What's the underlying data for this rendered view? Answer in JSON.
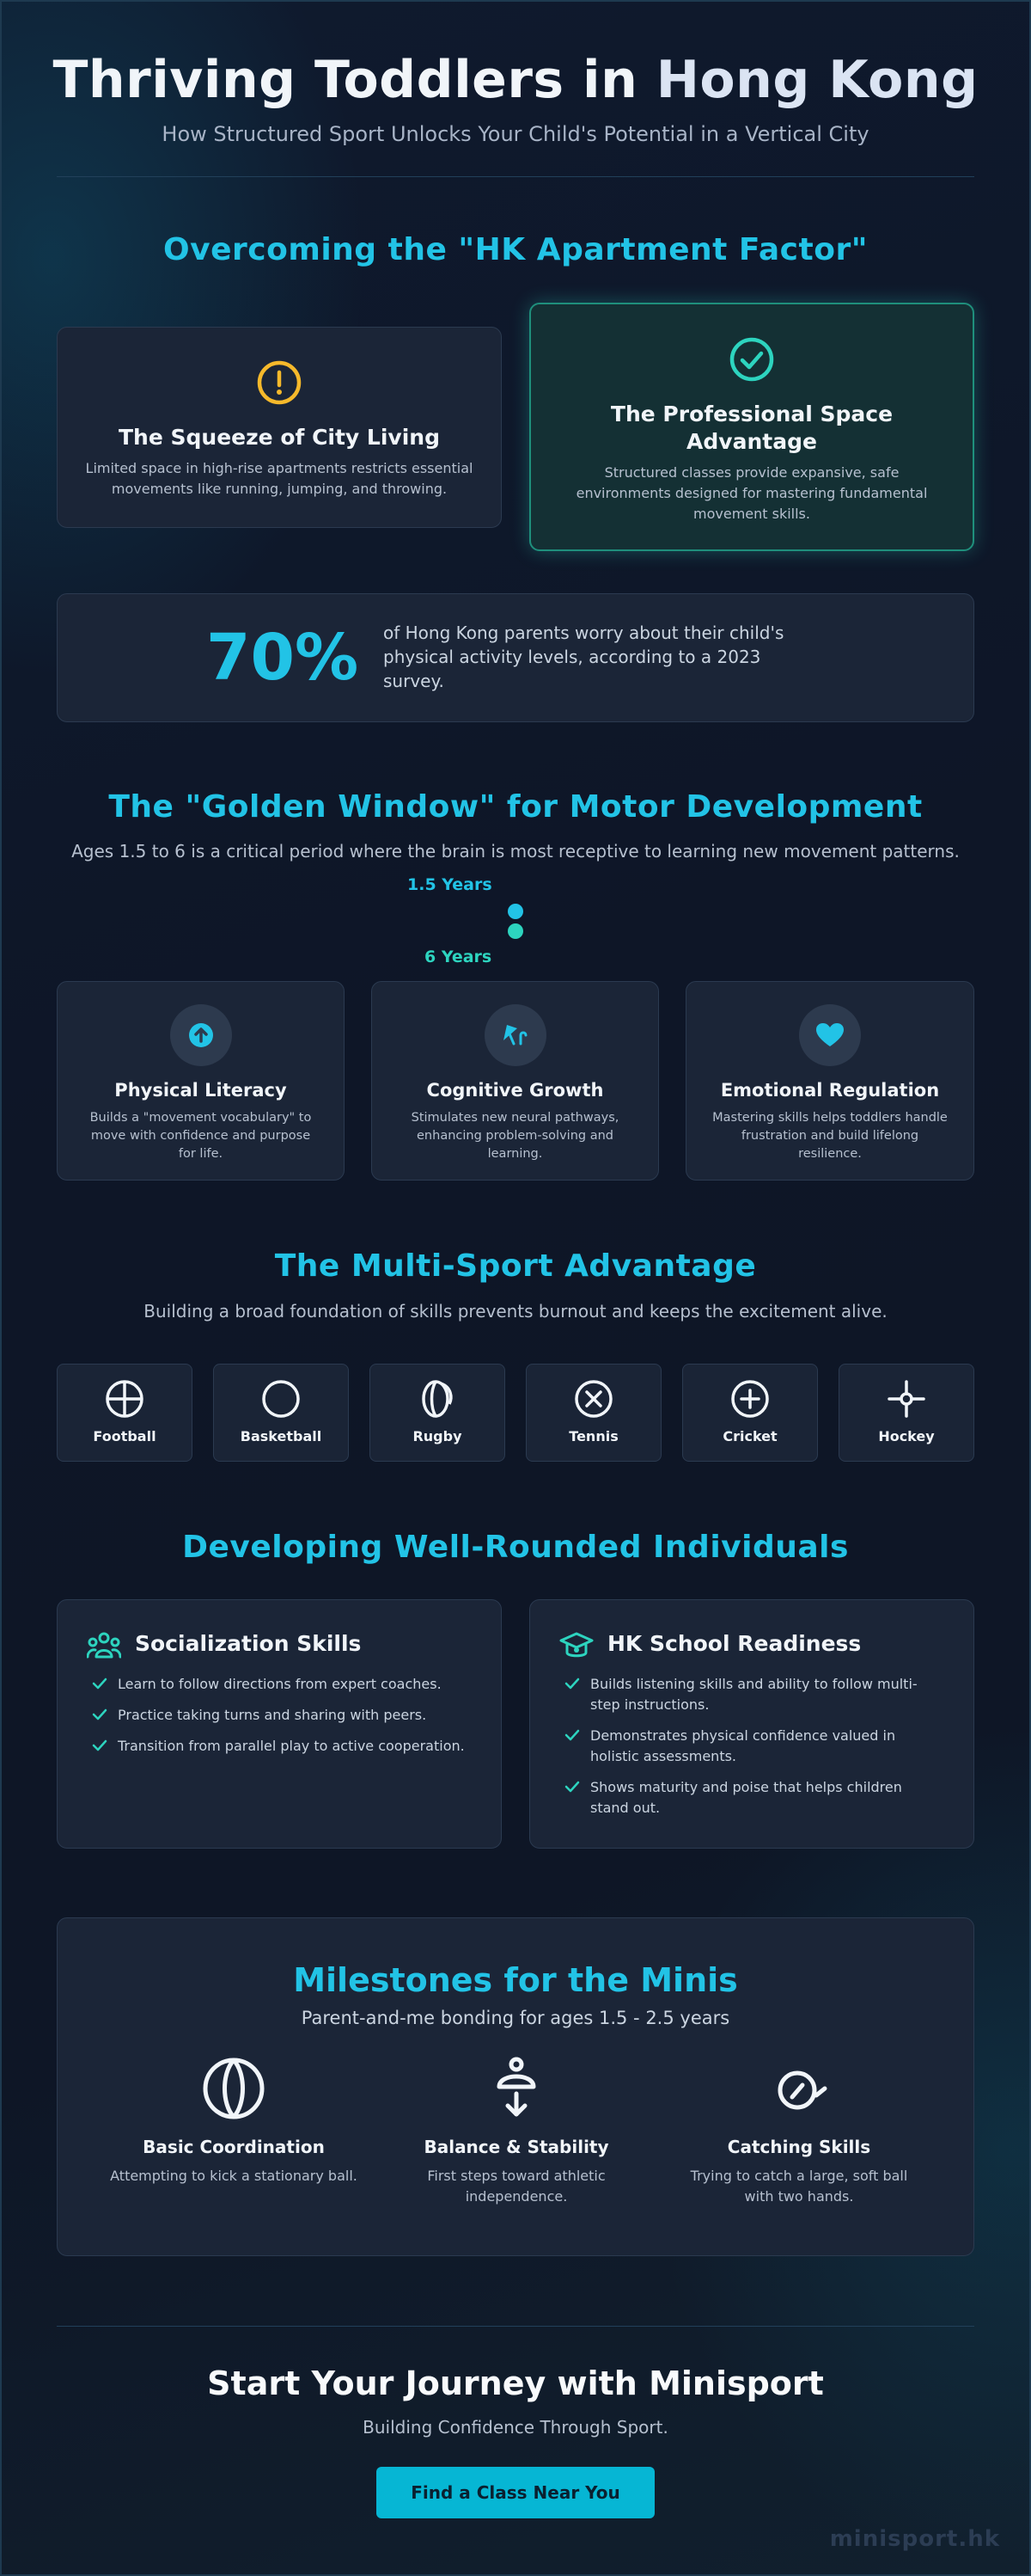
{
  "header": {
    "title_part1": "Thriving Toddlers in ",
    "title_part2": "Hong Kong",
    "subtitle": "How Structured Sport Unlocks Your Child's Potential in a Vertical City"
  },
  "apartment": {
    "title": "Overcoming the \"HK Apartment Factor\"",
    "cards": [
      {
        "icon": "warning-icon",
        "title": "The Squeeze of City Living",
        "text": "Limited space in high-rise apartments restricts essential movements like running, jumping, and throwing."
      },
      {
        "icon": "check-circle-icon",
        "title": "The Professional Space Advantage",
        "text": "Structured classes provide expansive, safe environments designed for mastering fundamental movement skills."
      }
    ],
    "stat": {
      "value": "70%",
      "text": "of Hong Kong parents worry about their child's physical activity levels, according to a 2023 survey."
    }
  },
  "golden": {
    "title": "The \"Golden Window\" for Motor Development",
    "subtitle": "Ages 1.5 to 6 is a critical period where the brain is most receptive to learning new movement patterns.",
    "timeline": {
      "start": "1.5 Years",
      "end": "6 Years"
    },
    "pillars": [
      {
        "icon": "arrow-up-circle-icon",
        "title": "Physical Literacy",
        "text": "Builds a \"movement vocabulary\" to move with confidence and purpose for life."
      },
      {
        "icon": "running-icon",
        "title": "Cognitive Growth",
        "text": "Stimulates new neural pathways, enhancing problem-solving and learning."
      },
      {
        "icon": "heart-icon",
        "title": "Emotional Regulation",
        "text": "Mastering skills helps toddlers handle frustration and build lifelong resilience."
      }
    ]
  },
  "multisport": {
    "title": "The Multi-Sport Advantage",
    "subtitle": "Building a broad foundation of skills prevents burnout and keeps the excitement alive.",
    "sports": [
      "Football",
      "Basketball",
      "Rugby",
      "Tennis",
      "Cricket",
      "Hockey"
    ]
  },
  "development": {
    "title": "Developing Well-Rounded Individuals",
    "cards": [
      {
        "icon": "people-icon",
        "title": "Socialization Skills",
        "items": [
          "Learn to follow directions from expert coaches.",
          "Practice taking turns and sharing with peers.",
          "Transition from parallel play to active cooperation."
        ]
      },
      {
        "icon": "graduation-cap-icon",
        "title": "HK School Readiness",
        "items": [
          "Builds listening skills and ability to follow multi-step instructions.",
          "Demonstrates physical confidence valued in holistic assessments.",
          "Shows maturity and poise that helps children stand out."
        ]
      }
    ]
  },
  "milestones": {
    "title": "Milestones for the Minis",
    "subtitle": "Parent-and-me bonding for ages 1.5 - 2.5 years",
    "items": [
      {
        "icon": "ball-icon",
        "title": "Basic Coordination",
        "text": "Attempting to kick a stationary ball."
      },
      {
        "icon": "balance-icon",
        "title": "Balance & Stability",
        "text": "First steps toward athletic independence."
      },
      {
        "icon": "catch-icon",
        "title": "Catching Skills",
        "text": "Trying to catch a large, soft ball with two hands."
      }
    ]
  },
  "cta": {
    "title": "Start Your Journey with Minisport",
    "subtitle": "Building Confidence Through Sport.",
    "button": "Find a Class Near You",
    "brand": "minisport.hk"
  },
  "colors": {
    "accent": "#22c3e6",
    "teal": "#2dd4bf",
    "warning": "#f6b92b",
    "background": "#0e1627"
  }
}
